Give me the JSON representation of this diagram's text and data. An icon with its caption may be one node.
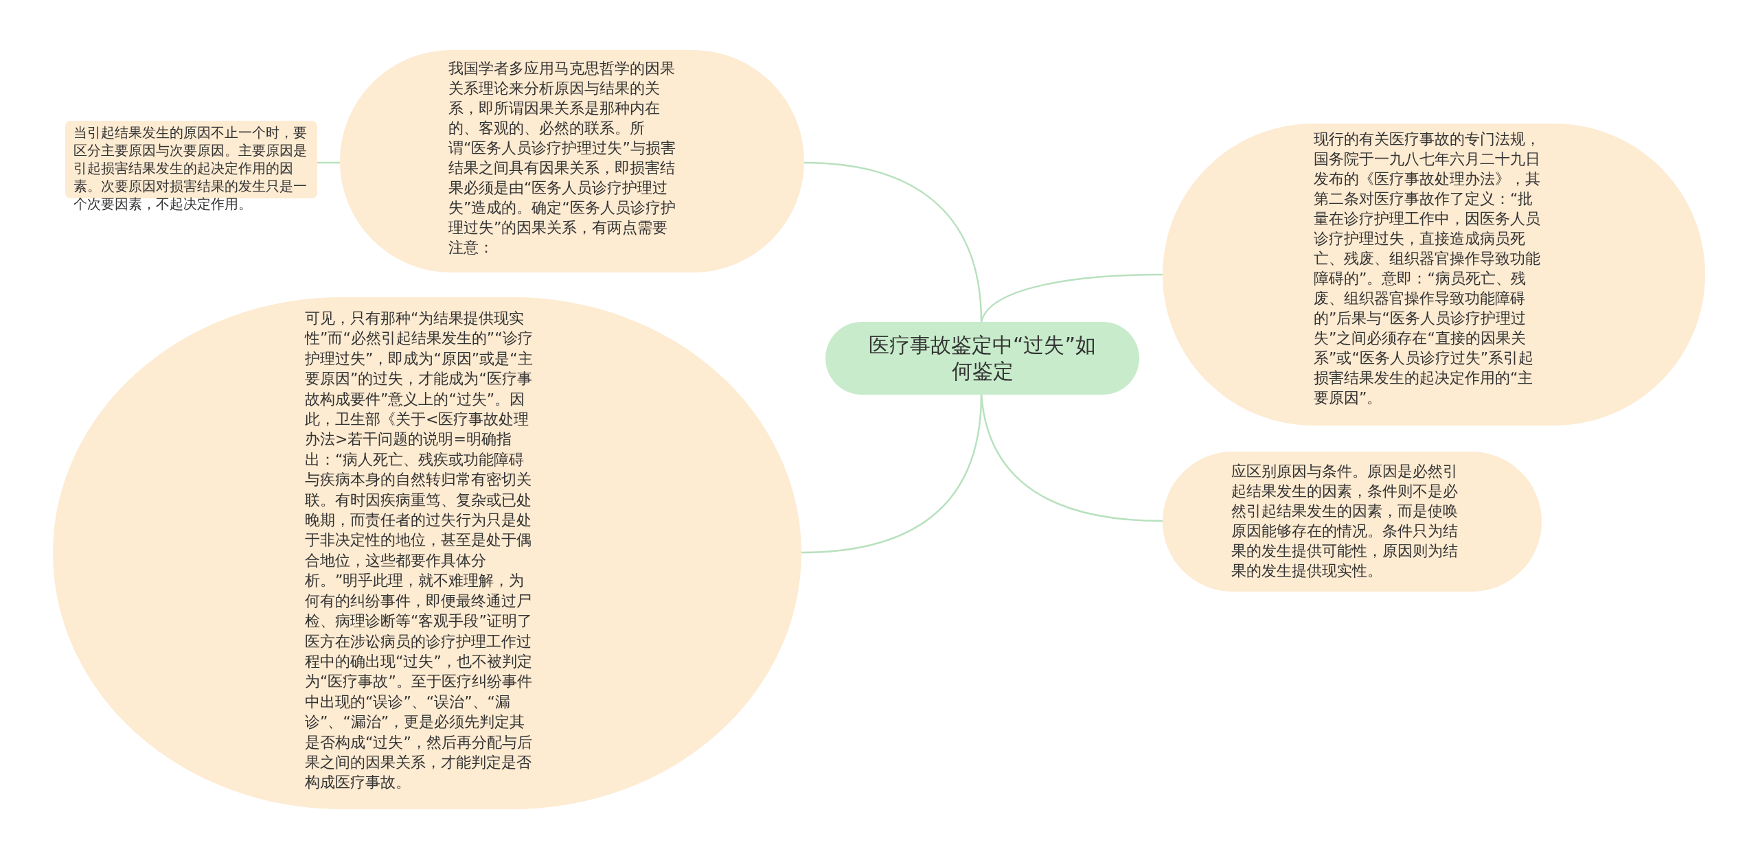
{
  "diagram": {
    "nodes": [
      {
        "text": [
          "医疗事故鉴定中“过失”如何鉴定"
        ]
      },
      {
        "text": [
          "我国学者多应用马克思哲学的因果关系理论来分析原因与结果的关系，即所谓因果关系是那种内在的、客观的、必然的联系。所谓“医务人员诊疗护理过失”与损害结果之间具有因果关系，即损害结果必须是由“医务人员诊疗护理过失”造成的。确定“医务人员诊疗护理过失”的因果关系，有两点需要注意："
        ]
      },
      {
        "text": [
          "当引起结果发生的原因不止一个时，要区分主要原因与次要原因。主要原因是引起损害结果发生的起决定作用的因素。次要原因对损害结果的发生只是一个次要因素，不起决定作用。"
        ]
      },
      {
        "text": [
          "可见，只有那种“为结果提供现实性”而“必然引起结果发生的”“诊疗护理过失”，即成为“原因”或是“主要原因”的过失，才能成为“医疗事故构成要件”意义上的“过失”。因此，卫生部《关于<医疗事故处理办法>若干问题的说明=明确指出：“病人死亡、残疾或功能障碍与疾病本身的自然转归常有密切关联。有时因疾病重笃、复杂或已处晚期，而责任者的过失行为只是处于非决定性的地位，甚至是处于偶合地位，这些都要作具体分析。”明乎此理，就不难理解，为何有的纠纷事件，即便最终通过尸检、病理诊断等“客观手段”证明了医方在涉讼病员的诊疗护理工作过程中的确出现“过失”，也不被判定为“医疗事故”。至于医疗纠纷事件中出现的“误诊”、“误治”、“漏诊”、“漏治”，更是必须先判定其是否构成“过失”，然后再分配与后果之间的因果关系，才能判定是否构成医疗事故。"
        ]
      },
      {
        "text": [
          "现行的有关医疗事故的专门法规，国务院于一九八七年六月二十九日发布的《医疗事故处理办法》，其第二条对医疗事故作了定义：“批量在诊疗护理工作中，因医务人员诊疗护理过失，直接造成病员死亡、残废、组织器官操作导致功能障碍的”。意即：“病员死亡、残废、组织器官操作导致功能障碍的”后果与“医务人员诊疗护理过失”之间必须存在“直接的因果关系”或“医务人员诊疗过失”系引起损害结果发生的起决定作用的“主要原因”。"
        ]
      },
      {
        "text": [
          "应区别原因与条件。原因是必然引起结果发生的因素，条件则不是必然引起结果发生的因素，而是使唤原因能够存在的情况。条件只为结果的发生提供可能性，原因则为结果的发生提供现实性。"
        ]
      }
    ],
    "edges": [
      {
        "from": 0,
        "to": 1,
        "arrow": "none"
      },
      {
        "from": 1,
        "to": 2,
        "arrow": "none"
      },
      {
        "from": 0,
        "to": 3,
        "arrow": "none"
      },
      {
        "from": 0,
        "to": 4,
        "arrow": "none"
      },
      {
        "from": 0,
        "to": 5,
        "arrow": "none"
      }
    ]
  }
}
